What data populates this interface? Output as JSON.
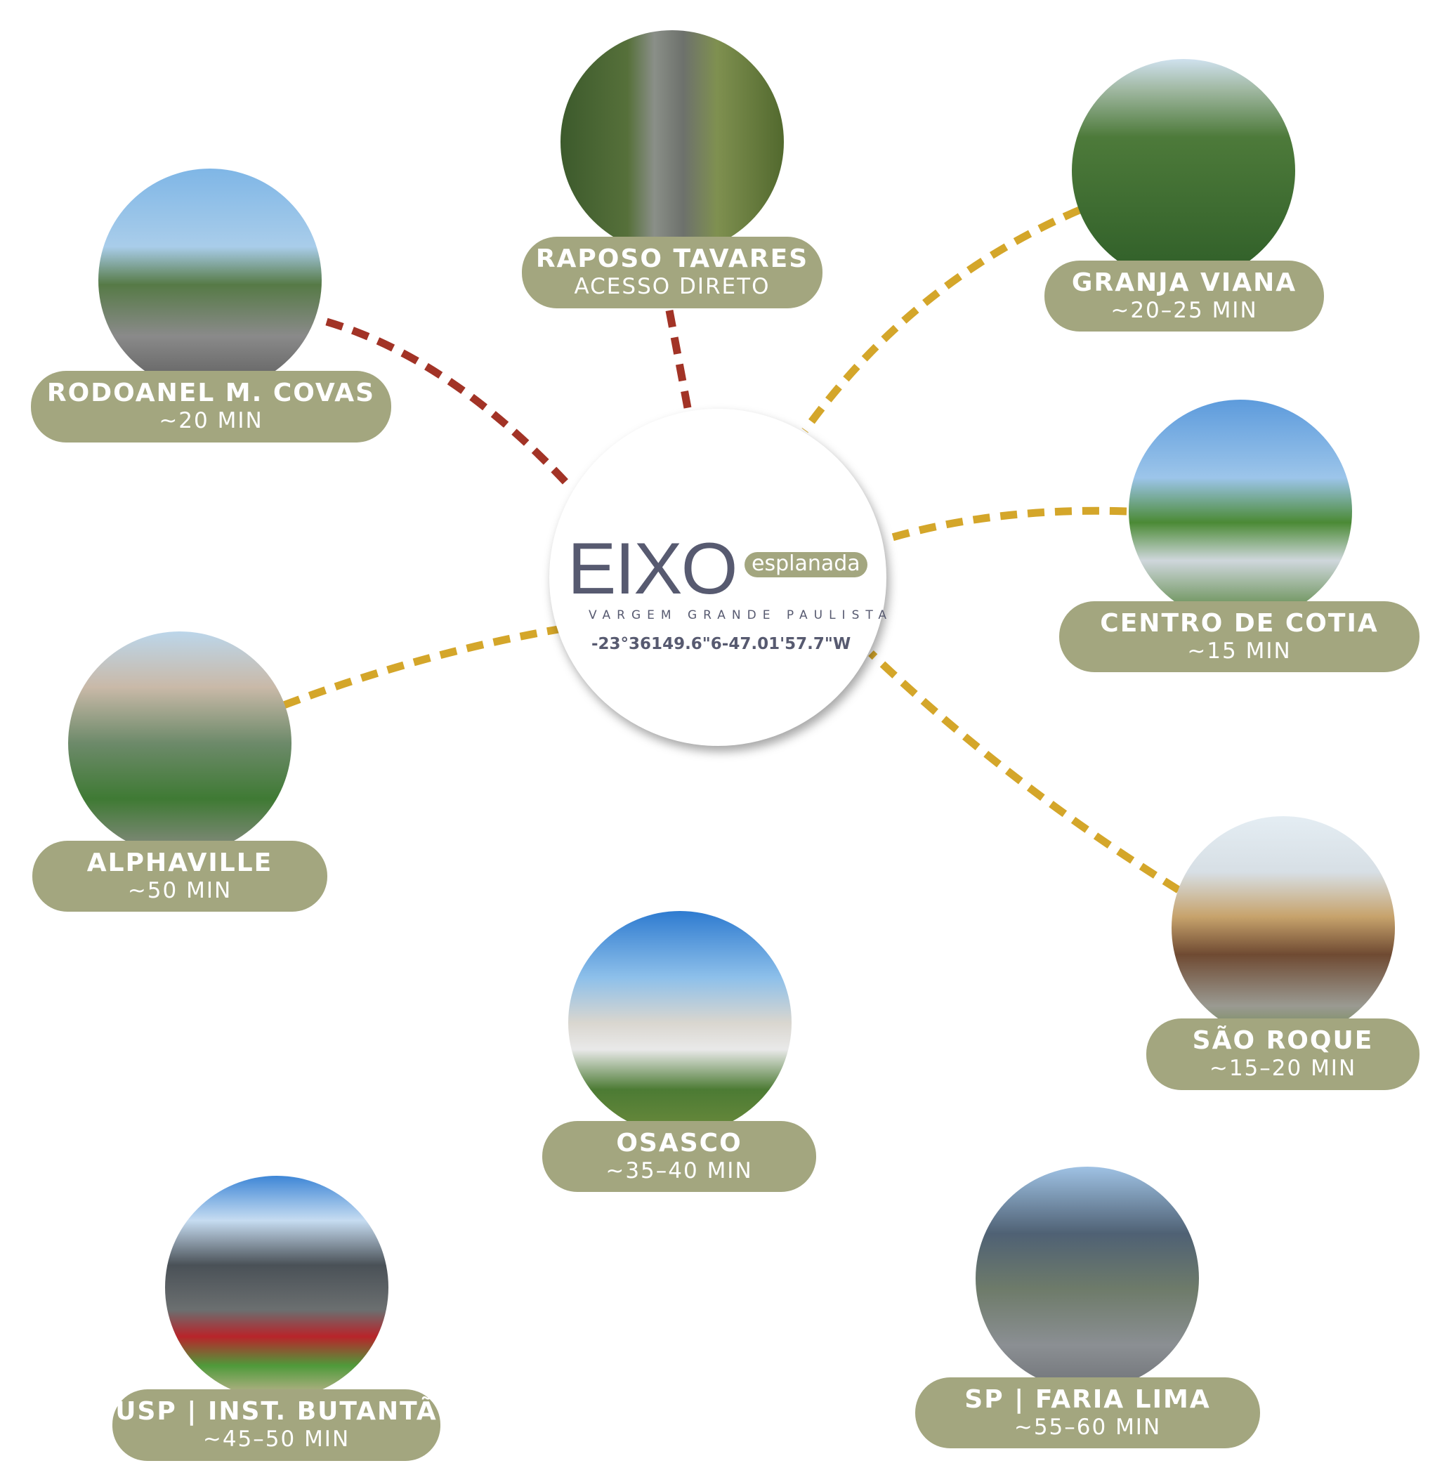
{
  "center": {
    "logo_main": "EIXO",
    "logo_sub": "esplanada",
    "city": "VARGEM GRANDE PAULISTA",
    "coordinates": "-23°36149.6\"6-47.01'57.7\"W"
  },
  "colors": {
    "pill": "#a3a67f",
    "red_route": "#a23326",
    "gold_route": "#d4a62a",
    "logo": "#575a70"
  },
  "destinations": [
    {
      "name": "RAPOSO TAVARES",
      "time": "ACESSO DIRETO"
    },
    {
      "name": "GRANJA VIANA",
      "time": "~20–25 MIN"
    },
    {
      "name": "RODOANEL M. COVAS",
      "time": "~20 MIN"
    },
    {
      "name": "CENTRO DE COTIA",
      "time": "~15 MIN"
    },
    {
      "name": "ALPHAVILLE",
      "time": "~50 MIN"
    },
    {
      "name": "SÃO ROQUE",
      "time": "~15–20 MIN"
    },
    {
      "name": "OSASCO",
      "time": "~35–40 MIN"
    },
    {
      "name": "USP | INST. BUTANTÃ",
      "time": "~45–50 MIN"
    },
    {
      "name": "SP | FARIA LIMA",
      "time": "~55–60 MIN"
    }
  ]
}
